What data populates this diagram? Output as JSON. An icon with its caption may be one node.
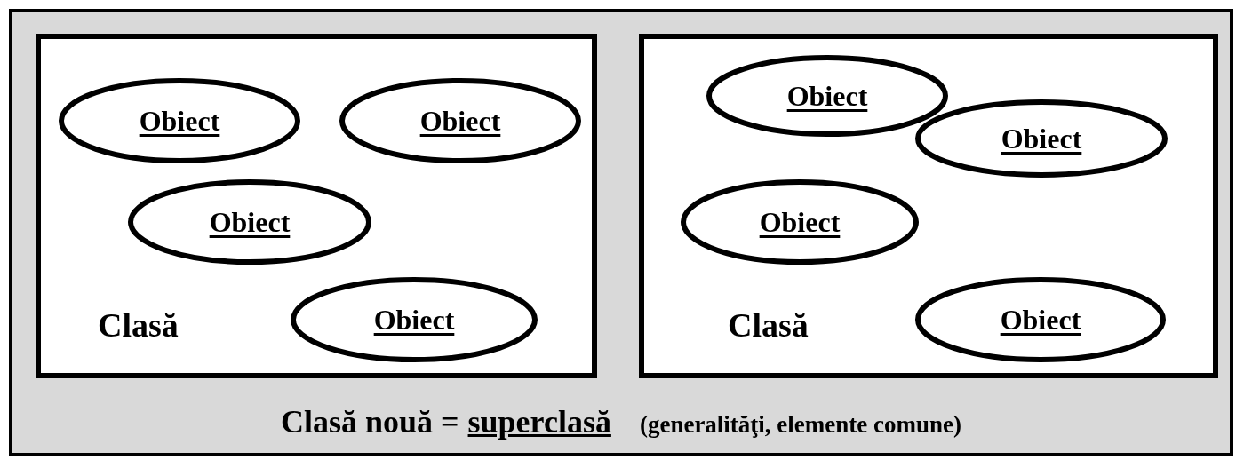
{
  "diagram": {
    "nodes": [
      {
        "text": [
          "Clasă nouă =",
          "superclasă",
          "(generalităţi, elemente comune)"
        ]
      },
      {
        "text": [
          "Clasă"
        ],
        "in": 0
      },
      {
        "text": [
          "Obiect"
        ],
        "in": 1
      },
      {
        "text": [
          "Obiect"
        ],
        "in": 1
      },
      {
        "text": [
          "Obiect"
        ],
        "in": 1
      },
      {
        "text": [
          "Obiect"
        ],
        "in": 1
      },
      {
        "text": [
          "Clasă"
        ],
        "in": 0
      },
      {
        "text": [
          "Obiect"
        ],
        "in": 6
      },
      {
        "text": [
          "Obiect"
        ],
        "in": 6
      },
      {
        "text": [
          "Obiect"
        ],
        "in": 6
      },
      {
        "text": [
          "Obiect"
        ],
        "in": 6
      }
    ]
  }
}
